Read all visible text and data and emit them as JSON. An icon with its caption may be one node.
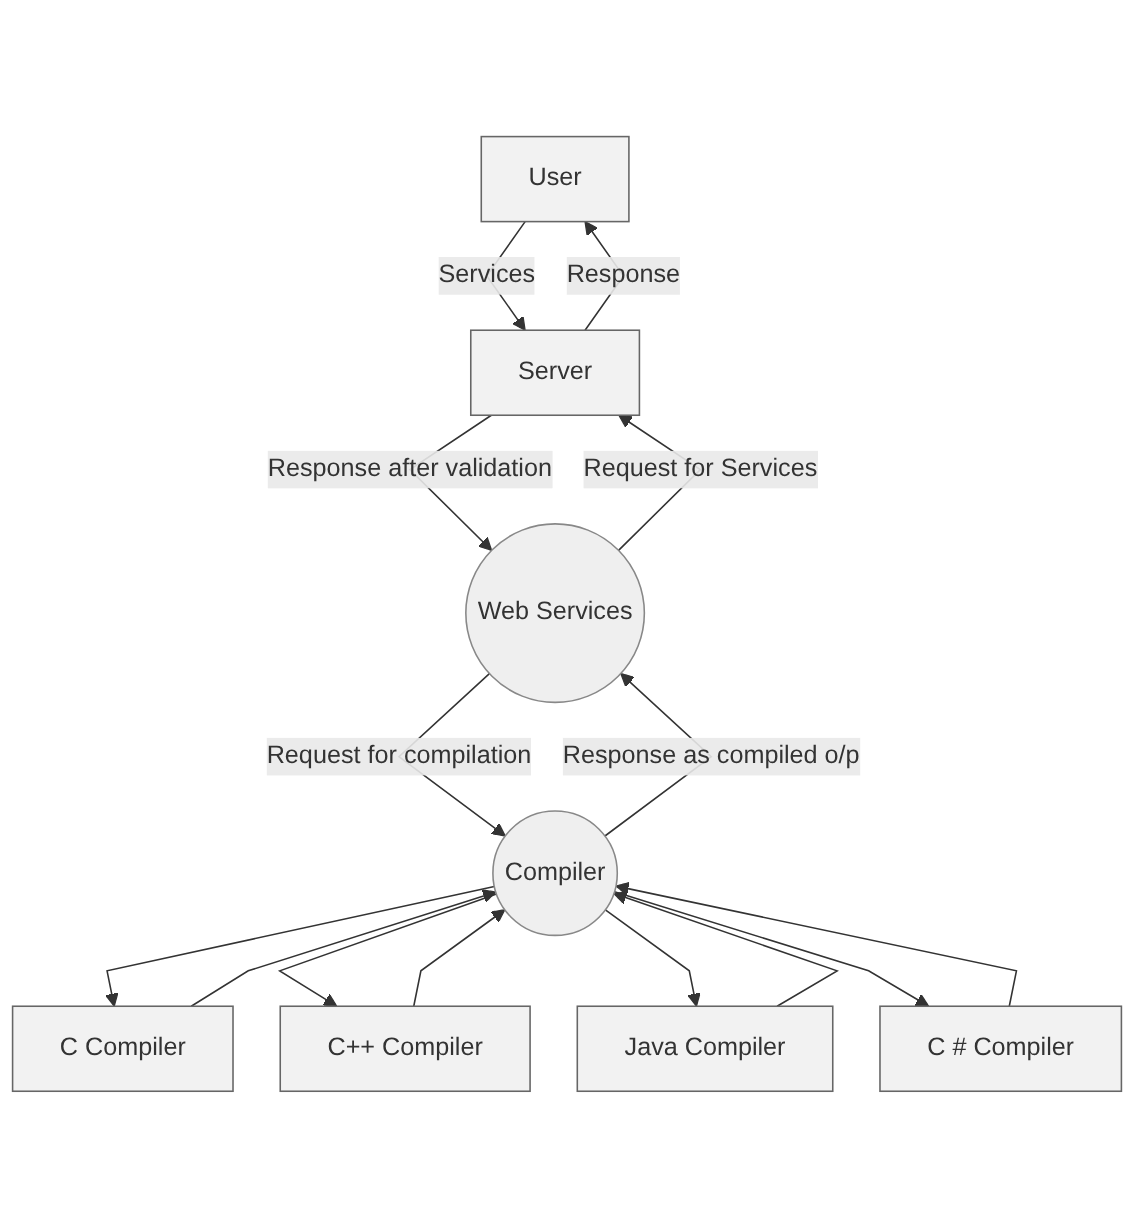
{
  "diagram": {
    "nodes": [
      {
        "text": [
          "User"
        ]
      },
      {
        "text": [
          "Server"
        ]
      },
      {
        "text": [
          "Web Services"
        ]
      },
      {
        "text": [
          "Compiler"
        ]
      },
      {
        "text": [
          "C Compiler"
        ]
      },
      {
        "text": [
          "C # Compiler"
        ]
      },
      {
        "text": [
          "C++ Compiler"
        ]
      },
      {
        "text": [
          "Java Compiler"
        ]
      }
    ],
    "edges": [
      {
        "from": 0,
        "to": 1,
        "arrow": "to",
        "label": "Services"
      },
      {
        "from": 1,
        "to": 0,
        "arrow": "to",
        "label": "Response"
      },
      {
        "from": 1,
        "to": 2,
        "arrow": "to",
        "label": "Response after validation"
      },
      {
        "from": 2,
        "to": 1,
        "arrow": "to",
        "label": "Request for Services"
      },
      {
        "from": 3,
        "to": 2,
        "arrow": "to",
        "label": "Response as compiled o/p"
      },
      {
        "from": 2,
        "to": 3,
        "arrow": "to",
        "label": "Request for compilation"
      },
      {
        "from": 3,
        "to": 4,
        "arrow": "to"
      },
      {
        "from": 4,
        "to": 3,
        "arrow": "to"
      },
      {
        "from": 3,
        "to": 6,
        "arrow": "to"
      },
      {
        "from": 6,
        "to": 3,
        "arrow": "to"
      },
      {
        "from": 3,
        "to": 7,
        "arrow": "to"
      },
      {
        "from": 7,
        "to": 3,
        "arrow": "to"
      },
      {
        "from": 5,
        "to": 3,
        "arrow": "to"
      },
      {
        "from": 3,
        "to": 5,
        "arrow": "to"
      }
    ]
  }
}
